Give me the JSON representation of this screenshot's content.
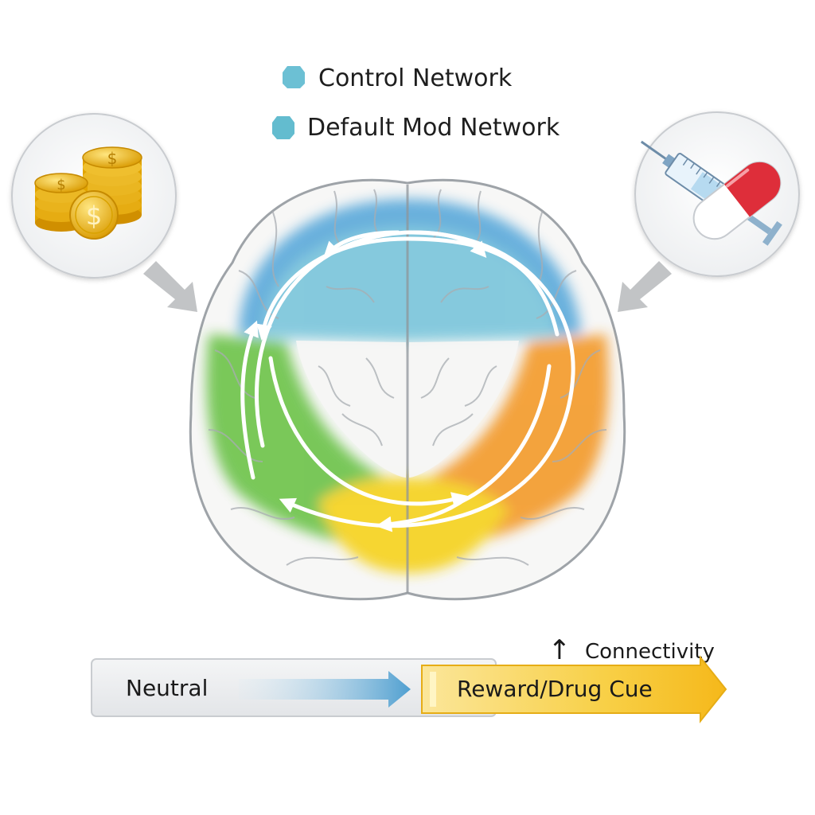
{
  "legend": {
    "items": [
      {
        "label": "Control Network",
        "color": "#6cc0d4"
      },
      {
        "label": "Default Mod Network",
        "color": "#63bccf"
      }
    ]
  },
  "connectivity": {
    "arrow_glyph": "↑",
    "label": "Connectivity"
  },
  "cue_bar": {
    "neutral_label": "Neutral",
    "cue_label": "Reward/Drug Cue",
    "neutral_arrow_color": "#4f9fd0",
    "cue_color": "#f6c21c"
  },
  "regions": {
    "control_network_color": "#58a8d8",
    "default_mode_color": "#7ecbd9",
    "left_lateral_color": "#6cc24a",
    "right_lateral_color": "#f39a2c",
    "ventral_color": "#f5d21c"
  },
  "icons": {
    "left": "coin-stack-icon",
    "right": "syringe-pill-icon"
  }
}
